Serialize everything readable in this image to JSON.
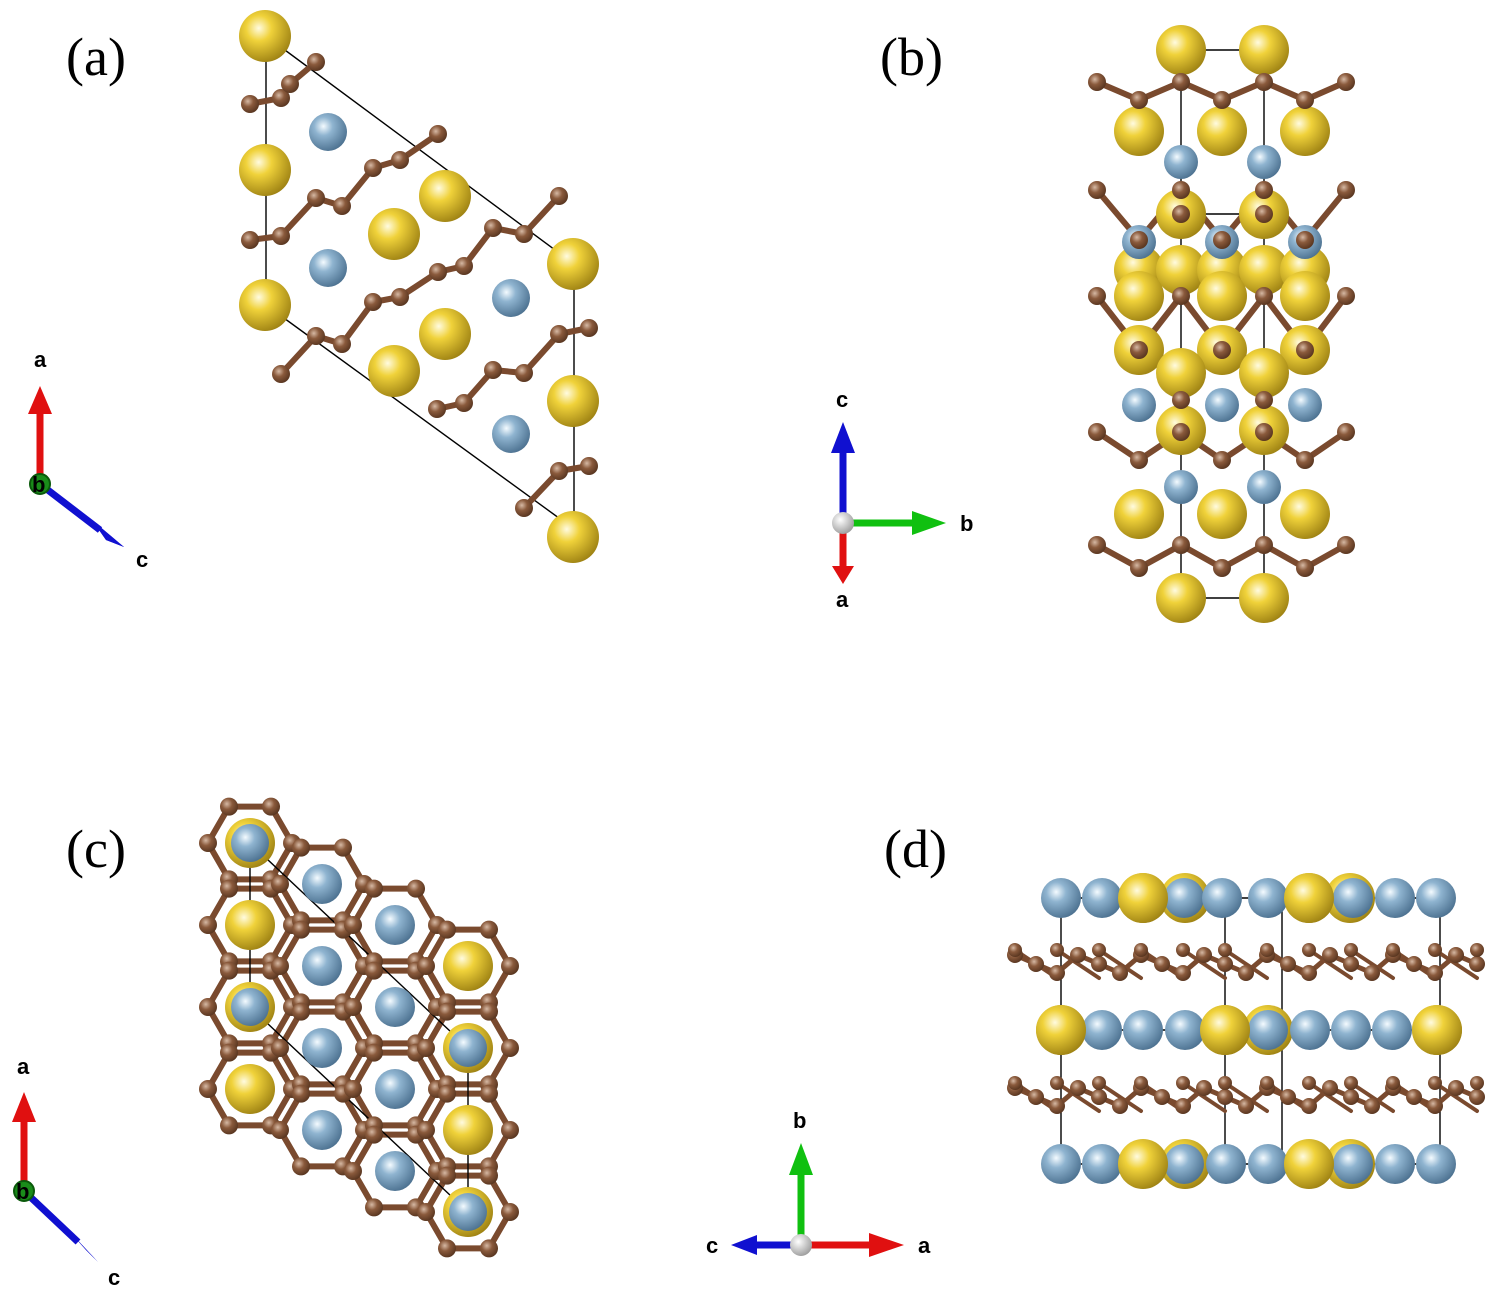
{
  "panels": [
    {
      "label": "(a)"
    },
    {
      "label": "(b)"
    },
    {
      "label": "(c)"
    },
    {
      "label": "(d)"
    }
  ],
  "axes": {
    "a": {
      "labels": [
        "a",
        "b",
        "c"
      ]
    },
    "b": {
      "labels": [
        "c",
        "a",
        "b"
      ]
    },
    "c": {
      "labels": [
        "a",
        "b",
        "c"
      ]
    },
    "d": {
      "labels": [
        "b",
        "c",
        "a"
      ]
    }
  },
  "atom_colors": {
    "carbon": "#8a5a3c",
    "large_yellow": "#e8c52a",
    "blue_grey": "#7fa6c4"
  },
  "axis_colors": {
    "a": "#e01010",
    "b": "#10c010",
    "c": "#1010d0",
    "origin": "#c8c8c8"
  }
}
